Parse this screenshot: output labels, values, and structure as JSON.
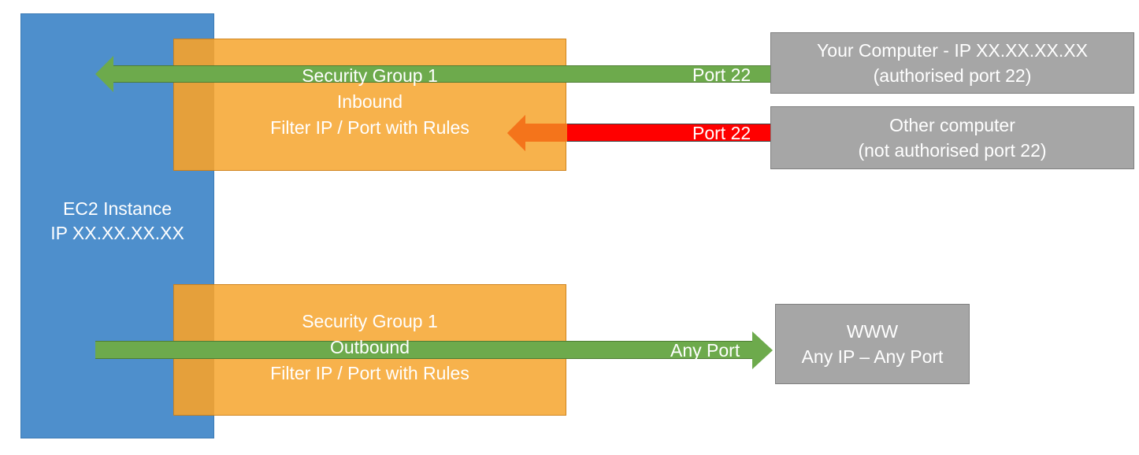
{
  "diagram": {
    "title": "AWS EC2 Security Group inbound and outbound traffic filtering",
    "colors": {
      "ec2_blue": "#4E8FCC",
      "security_group_orange": "#F7B24C",
      "allowed_green": "#6DAA4C",
      "blocked_red": "#FF0000",
      "blocked_arrow_orange": "#F4741B",
      "endpoint_grey": "#A6A6A6",
      "text_white": "#FFFFFF"
    }
  },
  "ec2": {
    "label": "EC2 Instance\nIP XX.XX.XX.XX"
  },
  "security_groups": {
    "inbound": {
      "name": "Security Group 1",
      "direction": "Inbound",
      "rule": "Filter IP / Port with Rules",
      "text": "Security Group 1\nInbound\nFilter IP / Port with Rules"
    },
    "outbound": {
      "name": "Security Group 1",
      "direction": "Outbound",
      "rule": "Filter IP / Port with Rules",
      "text": "Security Group 1\nOutbound\nFilter IP / Port with Rules"
    }
  },
  "flows": [
    {
      "id": "allowed-inbound",
      "port_label": "Port 22",
      "status": "allowed",
      "color": "#6DAA4C",
      "direction": "right-to-left"
    },
    {
      "id": "blocked-inbound",
      "port_label": "Port 22",
      "status": "blocked",
      "color": "#FF0000",
      "direction": "right-to-left"
    },
    {
      "id": "allowed-outbound",
      "port_label": "Any Port",
      "status": "allowed",
      "color": "#6DAA4C",
      "direction": "left-to-right"
    }
  ],
  "endpoints": {
    "your_computer": {
      "text": "Your Computer - IP XX.XX.XX.XX\n(authorised port 22)"
    },
    "other_computer": {
      "text": "Other computer\n(not authorised port 22)"
    },
    "www": {
      "text": "WWW\nAny IP – Any Port"
    }
  }
}
